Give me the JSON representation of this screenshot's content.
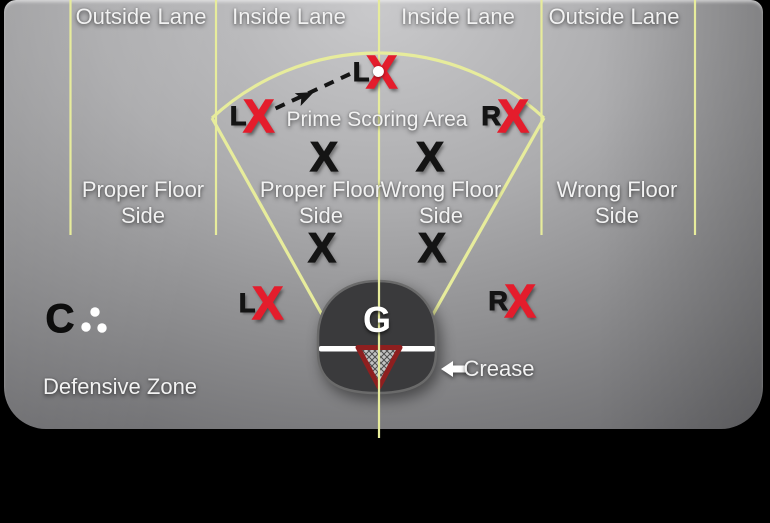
{
  "lanes": {
    "labels": [
      "Outside Lane",
      "Inside Lane",
      "Inside Lane",
      "Outside Lane"
    ]
  },
  "areas": {
    "prime_scoring_label": "Prime Scoring Area",
    "floor_sides": [
      {
        "line1": "Proper Floor",
        "line2": "Side"
      },
      {
        "line1": "Proper Floor",
        "line2": "Side"
      },
      {
        "line1": "Wrong Floor",
        "line2": "Side"
      },
      {
        "line1": "Wrong Floor",
        "line2": "Side"
      }
    ],
    "defensive_zone_label": "Defensive Zone",
    "crease_label": "Crease"
  },
  "markers": {
    "goalie_letter": "G",
    "left_letter": "L",
    "right_letter": "R",
    "x_letter": "X"
  },
  "logo": {
    "letter": "C"
  },
  "colors": {
    "floor_line": "#e7ec9c",
    "red_x": "#e41d2c",
    "black_x": "#141414",
    "label_text": "#f2f2f2",
    "goal_fill": "#3a3a3c",
    "goal_stroke": "#6a6a6a",
    "net_red": "#8e1f1f"
  }
}
